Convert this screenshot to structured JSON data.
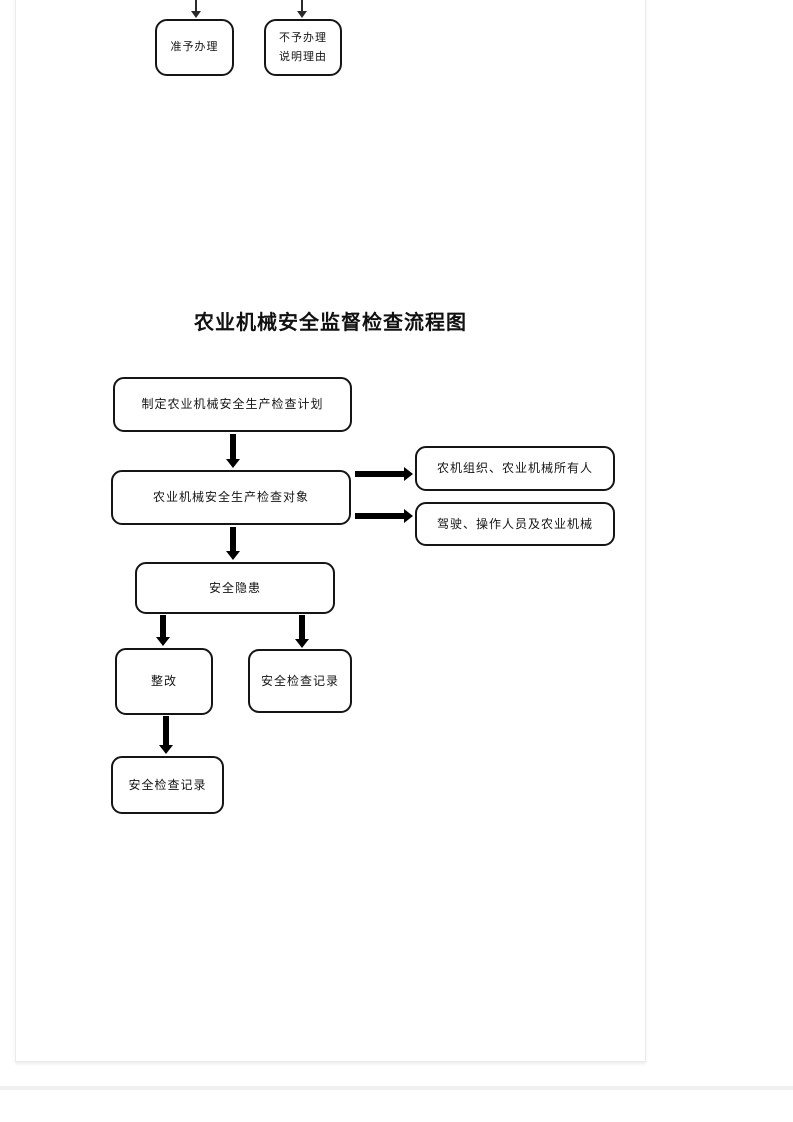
{
  "colors": {
    "ink": "#111111",
    "line": "#000000",
    "page_border": "#ebebeb",
    "divider": "#f0f0f0",
    "page_background": "#ffffff"
  },
  "previous_flow": {
    "approve_label": "准予办理",
    "reject_label_line1": "不予办理",
    "reject_label_line2": "说明理由"
  },
  "flowchart": {
    "title": "农业机械安全监督检查流程图",
    "nodes": {
      "plan": "制定农业机械安全生产检查计划",
      "target": "农业机械安全生产检查对象",
      "owners": "农机组织、农业机械所有人",
      "operators": "驾驶、操作人员及农业机械",
      "hazard": "安全隐患",
      "rectify": "整改",
      "inspection_record": "安全检查记录",
      "inspection_record_final": "安全检查记录"
    },
    "edges": [
      {
        "from": "plan",
        "to": "target",
        "style": "thick-down"
      },
      {
        "from": "target",
        "to": "owners",
        "style": "thick-right"
      },
      {
        "from": "target",
        "to": "operators",
        "style": "thick-right"
      },
      {
        "from": "target",
        "to": "hazard",
        "style": "thick-down"
      },
      {
        "from": "hazard",
        "to": "rectify",
        "style": "thick-down"
      },
      {
        "from": "hazard",
        "to": "inspection_record",
        "style": "thick-down"
      },
      {
        "from": "rectify",
        "to": "inspection_record_final",
        "style": "thick-down"
      }
    ]
  }
}
